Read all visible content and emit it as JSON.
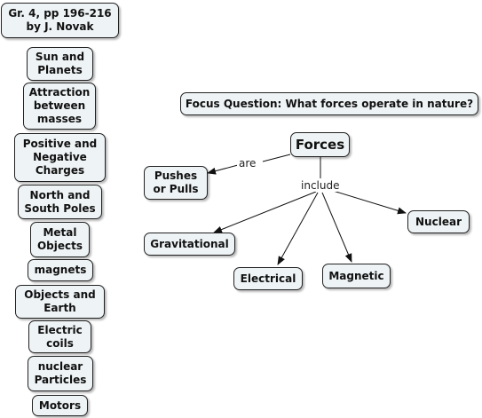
{
  "title_node": {
    "text": "Gr. 4, pp 196-216\nby J. Novak"
  },
  "focus_question": {
    "text": "Focus Question: What forces operate in nature?"
  },
  "left_column": [
    "Sun and\nPlanets",
    "Attraction\nbetween\nmasses",
    "Positive and\nNegative\nCharges",
    "North and\nSouth Poles",
    "Metal\nObjects",
    "magnets",
    "Objects and\nEarth",
    "Electric\ncoils",
    "nuclear\nParticles",
    "Motors"
  ],
  "concepts": {
    "forces": "Forces",
    "pushes": "Pushes\nor  Pulls",
    "gravitational": "Gravitational",
    "electrical": "Electrical",
    "magnetic": "Magnetic",
    "nuclear": "Nuclear"
  },
  "link_labels": {
    "are": "are",
    "include": "include"
  }
}
